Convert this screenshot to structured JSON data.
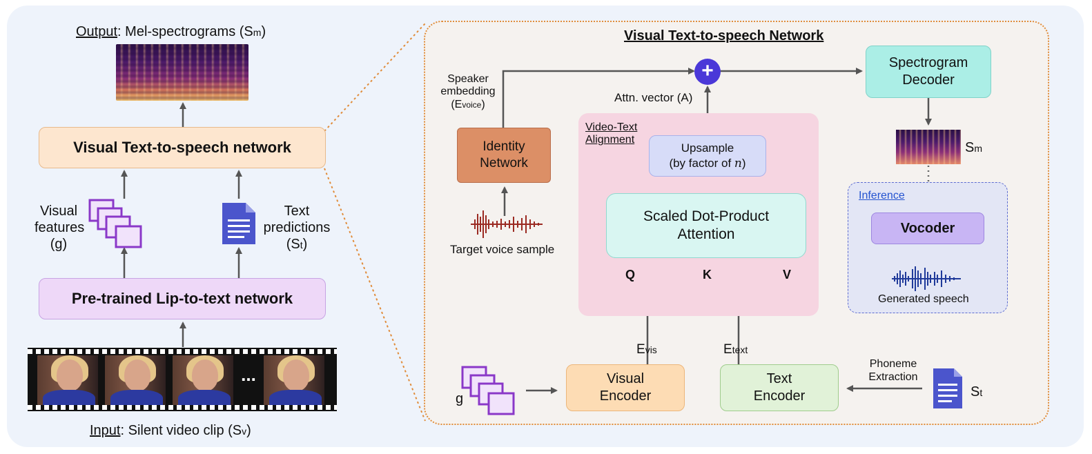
{
  "left": {
    "output_label": "Output",
    "output_rest": ": Mel-spectrograms (S",
    "output_sub": "m",
    "output_close": ")",
    "vtts_box": "Visual Text-to-speech network",
    "visual_features": [
      "Visual",
      "features",
      "(g)"
    ],
    "text_predictions_l1": "Text",
    "text_predictions_l2": "predictions",
    "text_predictions_l3a": "(S",
    "text_predictions_sub": "t",
    "text_predictions_l3b": ")",
    "lip_box": "Pre-trained Lip-to-text network",
    "ellipsis": "...",
    "input_label": "Input",
    "input_rest": ": Silent video clip (S",
    "input_sub": "v",
    "input_close": ")"
  },
  "right": {
    "title": "Visual Text-to-speech Network",
    "speaker_embedding_l1": "Speaker",
    "speaker_embedding_l2": "embedding",
    "speaker_embedding_l3a": "(E",
    "speaker_embedding_sub": "voice",
    "speaker_embedding_l3b": ")",
    "attn_vector": "Attn. vector (A)",
    "plus_symbol": "+",
    "spectrogram_decoder_l1": "Spectrogram",
    "spectrogram_decoder_l2": "Decoder",
    "sm_label": "S",
    "sm_sub": "m",
    "identity_network_l1": "Identity",
    "identity_network_l2": "Network",
    "target_voice": "Target voice sample",
    "alignment_l1": "Video-Text",
    "alignment_l2": "Alignment",
    "upsample_l1": "Upsample",
    "upsample_l2a": "(by factor of ",
    "upsample_n": "n",
    "upsample_l2b": ")",
    "attention_l1": "Scaled Dot-Product",
    "attention_l2": "Attention",
    "q": "Q",
    "k": "K",
    "v": "V",
    "inference": "Inference",
    "vocoder": "Vocoder",
    "generated_speech": "Generated speech",
    "evis_e": "E",
    "evis_sub": "vis",
    "etext_e": "E",
    "etext_sub": "text",
    "g": "g",
    "visual_encoder_l1": "Visual",
    "visual_encoder_l2": "Encoder",
    "text_encoder_l1": "Text",
    "text_encoder_l2": "Encoder",
    "phoneme_l1": "Phoneme",
    "phoneme_l2": "Extraction",
    "st_label": "S",
    "st_sub": "t"
  },
  "colors": {
    "background": "#eef3fb",
    "right_panel": "#f5f2ef",
    "panel_border": "#e08c3a",
    "vtts_box": "#fde6cf",
    "lip_box": "#eed8f8",
    "identity_network": "#dc8f66",
    "alignment_region": "#f6d5e1",
    "upsample": "#d7dcf8",
    "attention": "#d9f6f2",
    "spectrogram_decoder": "#abeee6",
    "inference_region": "#e3e6f5",
    "vocoder": "#c8b5f4",
    "visual_encoder": "#fddcb4",
    "text_encoder": "#e1f2d8",
    "plus_circle": "#4a38d8",
    "doc_icon": "#4b55cc",
    "feature_icon": "#8a38c8",
    "waveform_red": "#9b2a22",
    "waveform_blue": "#203a9a",
    "link_blue": "#2453d0"
  },
  "icons": [
    "document-icon",
    "feature-stack-icon",
    "plus-icon",
    "waveform-icon",
    "spectrogram-image",
    "film-strip-icon"
  ]
}
